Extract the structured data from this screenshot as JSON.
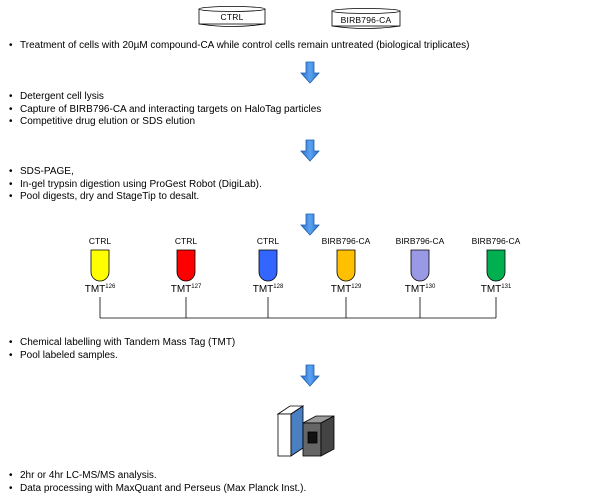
{
  "dishes": {
    "ctrl": "CTRL",
    "treated": "BIRB796-CA"
  },
  "step1": [
    "Treatment of  cells with 20µM compound-CA while control cells remain untreated (biological triplicates)"
  ],
  "step2": [
    "Detergent cell lysis",
    "Capture of BIRB796-CA and interacting targets  on HaloTag particles",
    "Competitive drug elution or SDS elution"
  ],
  "step3": [
    "SDS-PAGE,",
    "In-gel trypsin digestion using ProGest Robot (DigiLab).",
    "Pool digests, dry and StageTip to desalt."
  ],
  "tubes": [
    {
      "label": "CTRL",
      "tag": "TMT",
      "num": "126",
      "color": "#ffff00"
    },
    {
      "label": "CTRL",
      "tag": "TMT",
      "num": "127",
      "color": "#ff0000"
    },
    {
      "label": "CTRL",
      "tag": "TMT",
      "num": "128",
      "color": "#3366ff"
    },
    {
      "label": "BIRB796-CA",
      "tag": "TMT",
      "num": "129",
      "color": "#ffc000"
    },
    {
      "label": "BIRB796-CA",
      "tag": "TMT",
      "num": "130",
      "color": "#9999e6"
    },
    {
      "label": "BIRB796-CA",
      "tag": "TMT",
      "num": "131",
      "color": "#00b050"
    }
  ],
  "step4": [
    "Chemical labelling with  Tandem Mass Tag (TMT)",
    "Pool labeled samples."
  ],
  "step5": [
    "2hr or 4hr LC-MS/MS analysis.",
    "Data processing with MaxQuant and Perseus (Max Planck Inst.)."
  ],
  "colors": {
    "arrow": "#4a90e2",
    "arrow_edge": "#1f5fb0"
  }
}
